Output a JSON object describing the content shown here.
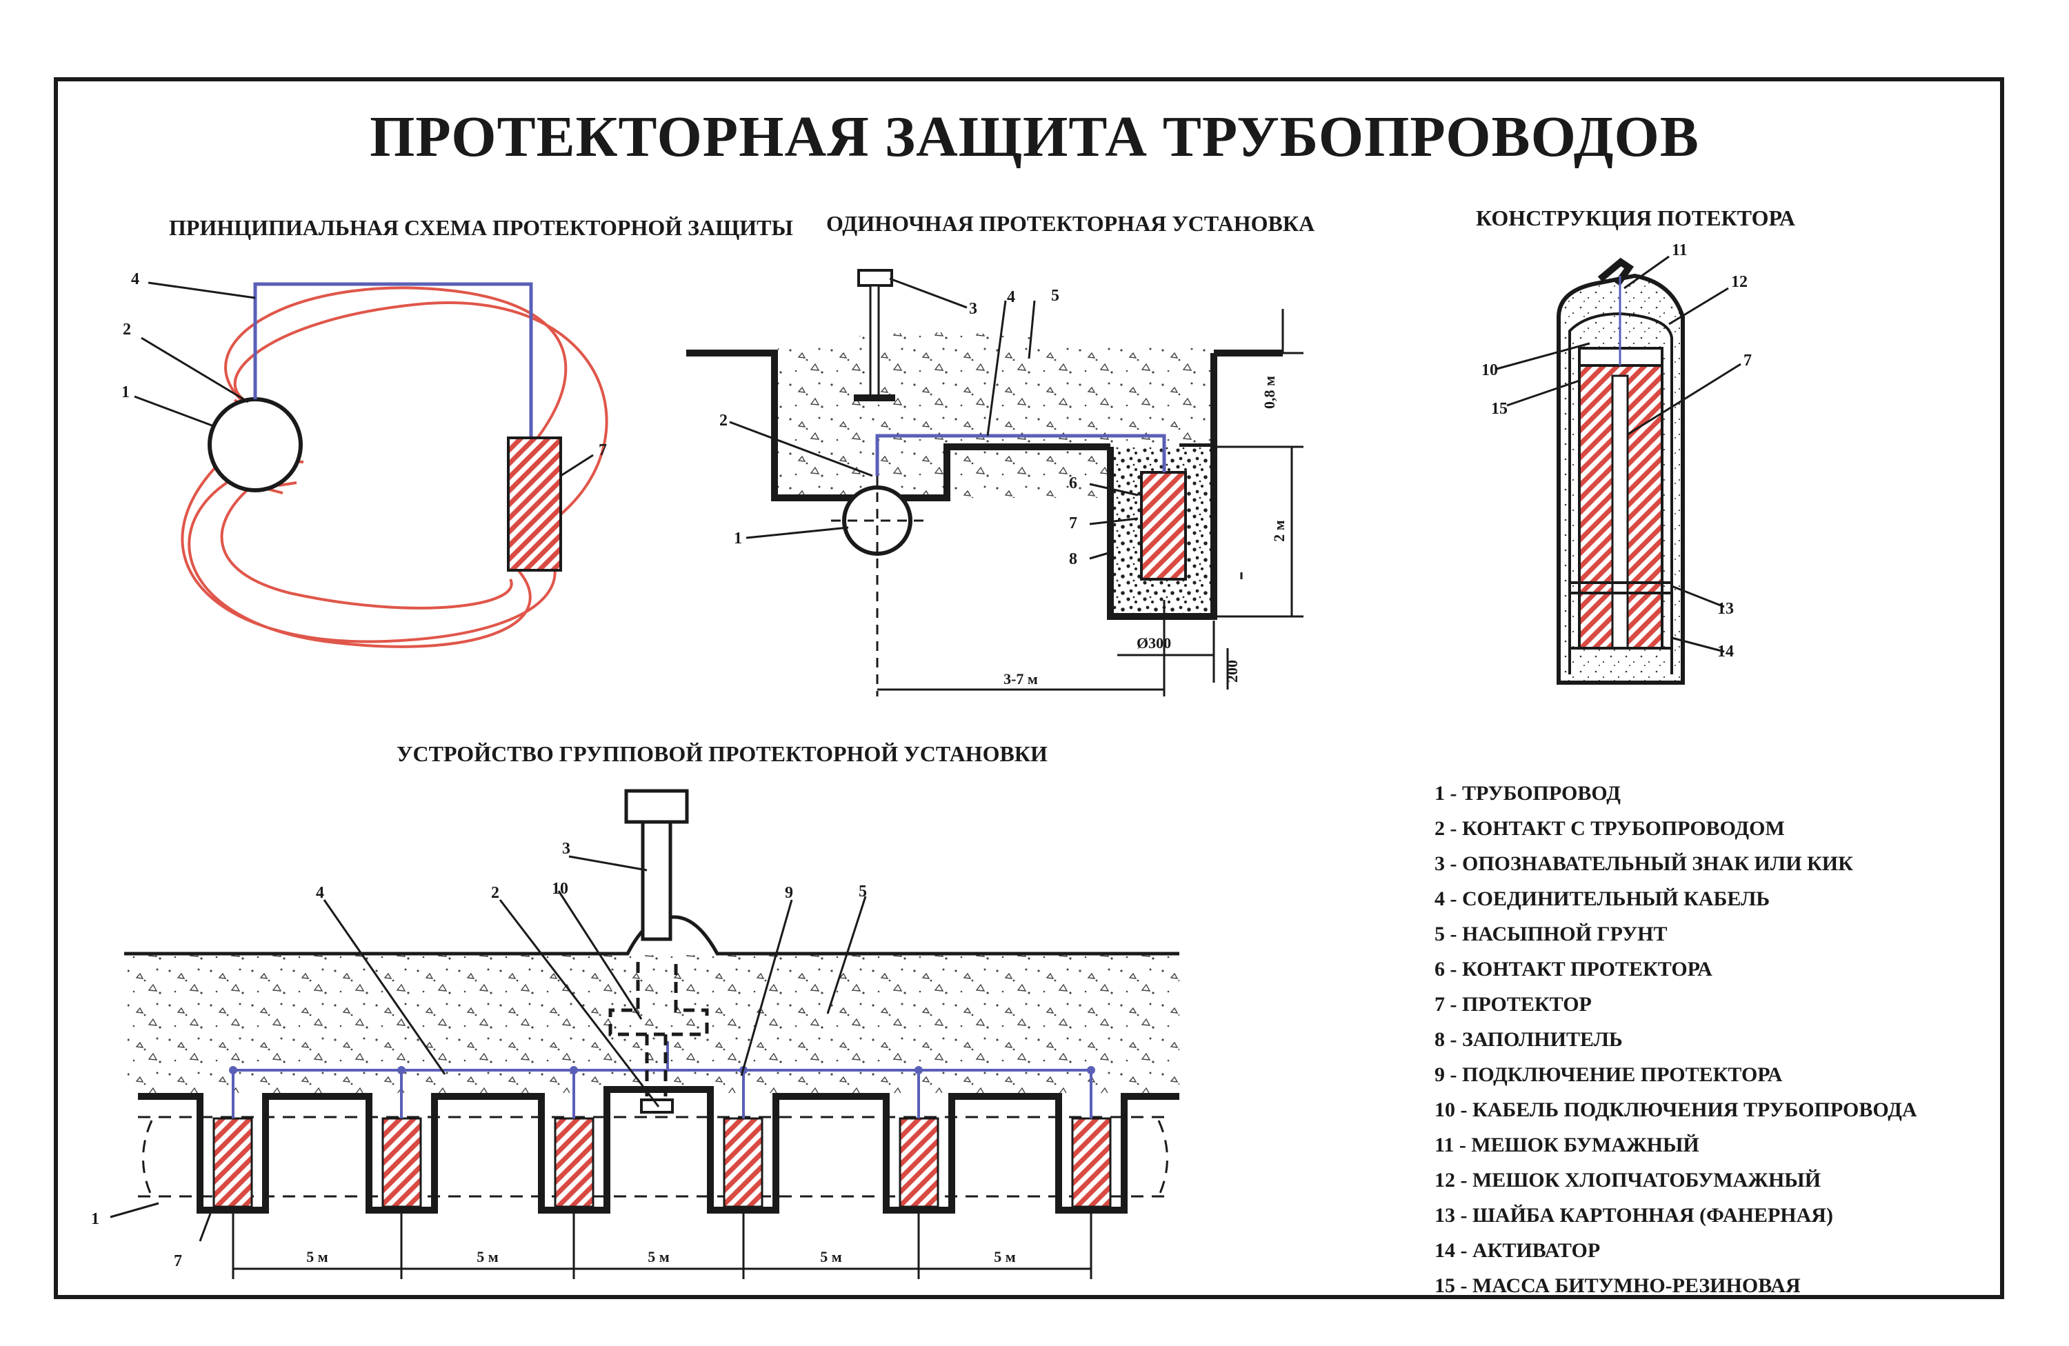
{
  "title": "ПРОТЕКТОРНАЯ ЗАЩИТА ТРУБОПРОВОДОВ",
  "subtitles": {
    "principle": "ПРИНЦИПИАЛЬНАЯ СХЕМА ПРОТЕКТОРНОЙ ЗАЩИТЫ",
    "single": "ОДИНОЧНАЯ ПРОТЕКТОРНАЯ УСТАНОВКА",
    "construction": "КОНСТРУКЦИЯ ПОТЕКТОРА",
    "group": "УСТРОЙСТВО ГРУППОВОЙ ПРОТЕКТОРНОЙ УСТАНОВКИ"
  },
  "callouts": {
    "n1": "1",
    "n2": "2",
    "n3": "3",
    "n4": "4",
    "n5": "5",
    "n6": "6",
    "n7": "7",
    "n8": "8",
    "n9": "9",
    "n10": "10",
    "n11": "11",
    "n12": "12",
    "n13": "13",
    "n14": "14",
    "n15": "15"
  },
  "dimensions": {
    "depth": "0,8 м",
    "height": "2 м",
    "spacing_single": "3-7 м",
    "diameter": "Ø300",
    "offset": "200",
    "spacing_group": "5 м"
  },
  "legend": [
    "1 - ТРУБОПРОВОД",
    "2 - КОНТАКТ С ТРУБОПРОВОДОМ",
    "3 - ОПОЗНАВАТЕЛЬНЫЙ ЗНАК ИЛИ КИК",
    "4 - СОЕДИНИТЕЛЬНЫЙ КАБЕЛЬ",
    "5 - НАСЫПНОЙ ГРУНТ",
    "6 - КОНТАКТ ПРОТЕКТОРА",
    "7 - ПРОТЕКТОР",
    "8 - ЗАПОЛНИТЕЛЬ",
    "9 - ПОДКЛЮЧЕНИЕ ПРОТЕКТОРА",
    "10 - КАБЕЛЬ ПОДКЛЮЧЕНИЯ ТРУБОПРОВОДА",
    "11 - МЕШОК БУМАЖНЫЙ",
    "12 - МЕШОК ХЛОПЧАТОБУМАЖНЫЙ",
    "13 - ШАЙБА КАРТОННАЯ (ФАНЕРНАЯ)",
    "14 - АКТИВАТОР",
    "15 - МАССА БИТУМНО-РЕЗИНОВАЯ"
  ],
  "colors": {
    "ink": "#1a1a1a",
    "cable": "#5a5fb8",
    "current_lines": "#e0564a",
    "protector_hatch": "#d94a43"
  }
}
